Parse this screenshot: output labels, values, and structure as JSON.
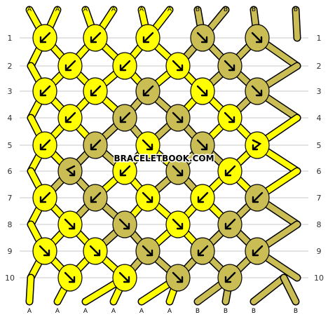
{
  "colors": {
    "A": "#ffff00",
    "B": "#c9bd54",
    "outline": "#000000",
    "gridline": "#c8c8c8"
  },
  "watermark": "BRACELETBOOK.COM",
  "strands_top": [
    "A",
    "A",
    "A",
    "A",
    "A",
    "A",
    "B",
    "B",
    "B",
    "B"
  ],
  "strands_bottom": [
    "A",
    "A",
    "A",
    "A",
    "A",
    "A",
    "B",
    "B",
    "B",
    "B"
  ],
  "rows": [
    {
      "label": "1",
      "knots": [
        {
          "color": "A",
          "dir": "sw"
        },
        {
          "color": "A",
          "dir": "sw"
        },
        {
          "color": "A",
          "dir": "sw"
        },
        {
          "color": "B",
          "dir": "se"
        },
        {
          "color": "B",
          "dir": "se"
        }
      ]
    },
    {
      "label": "2",
      "knots": [
        {
          "color": "A",
          "dir": "sw"
        },
        {
          "color": "A",
          "dir": "sw"
        },
        {
          "color": "A",
          "dir": "se"
        },
        {
          "color": "B",
          "dir": "se"
        }
      ]
    },
    {
      "label": "3",
      "knots": [
        {
          "color": "A",
          "dir": "sw"
        },
        {
          "color": "A",
          "dir": "sw"
        },
        {
          "color": "B",
          "dir": "sw"
        },
        {
          "color": "A",
          "dir": "se"
        },
        {
          "color": "B",
          "dir": "se"
        }
      ]
    },
    {
      "label": "4",
      "knots": [
        {
          "color": "A",
          "dir": "sw"
        },
        {
          "color": "B",
          "dir": "sw"
        },
        {
          "color": "B",
          "dir": "se"
        },
        {
          "color": "A",
          "dir": "se"
        }
      ]
    },
    {
      "label": "5",
      "knots": [
        {
          "color": "A",
          "dir": "sw"
        },
        {
          "color": "B",
          "dir": "sw"
        },
        {
          "color": "A",
          "dir": "se"
        },
        {
          "color": "B",
          "dir": "se"
        },
        {
          "color": "A",
          "dir": "sw-r"
        }
      ]
    },
    {
      "label": "6",
      "knots": [
        {
          "color": "B",
          "dir": "se-l"
        },
        {
          "color": "A",
          "dir": "sw"
        },
        {
          "color": "B",
          "dir": "se"
        },
        {
          "color": "A",
          "dir": "sw"
        }
      ]
    },
    {
      "label": "7",
      "knots": [
        {
          "color": "A",
          "dir": "sw"
        },
        {
          "color": "B",
          "dir": "sw"
        },
        {
          "color": "A",
          "dir": "se"
        },
        {
          "color": "A",
          "dir": "sw"
        },
        {
          "color": "B",
          "dir": "sw"
        }
      ]
    },
    {
      "label": "8",
      "knots": [
        {
          "color": "A",
          "dir": "se"
        },
        {
          "color": "B",
          "dir": "se"
        },
        {
          "color": "A",
          "dir": "se"
        },
        {
          "color": "B",
          "dir": "sw"
        }
      ]
    },
    {
      "label": "9",
      "knots": [
        {
          "color": "A",
          "dir": "se"
        },
        {
          "color": "A",
          "dir": "se"
        },
        {
          "color": "B",
          "dir": "se"
        },
        {
          "color": "B",
          "dir": "sw"
        },
        {
          "color": "B",
          "dir": "sw"
        }
      ]
    },
    {
      "label": "10",
      "knots": [
        {
          "color": "A",
          "dir": "se"
        },
        {
          "color": "A",
          "dir": "se"
        },
        {
          "color": "B",
          "dir": "se"
        },
        {
          "color": "B",
          "dir": "sw"
        }
      ]
    }
  ]
}
